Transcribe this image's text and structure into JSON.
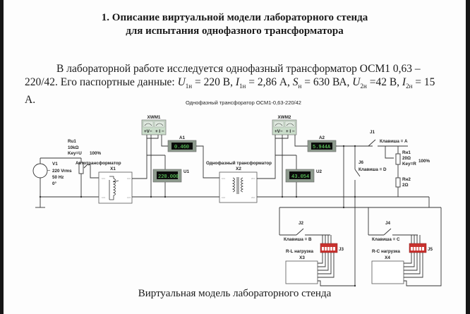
{
  "document": {
    "title_line1": "1. Описание виртуальной модели лабораторного стенда",
    "title_line2": "для испытания однофазного трансформатора",
    "paragraph": {
      "intro": "В лабораторной работе исследуется однофазный трансформатор ОСМ1 0,63 – 220/42. Его паспортные данные: ",
      "u1_sym": "U",
      "u1_sub": "1н",
      "u1_val": " = 220 В, ",
      "i1_sym": "I",
      "i1_sub": "1н",
      "i1_val": " = 2,86 А, ",
      "s_sym": "S",
      "s_sub": "н",
      "s_val": " = 630 ВА, ",
      "u2_sym": "U",
      "u2_sub": "2н",
      "u2_val": " =42 В, ",
      "i2_sym": "I",
      "i2_sub": "2н",
      "i2_val": " = 15 А."
    },
    "caption": "Виртуальная модель лабораторного стенда"
  },
  "schematic": {
    "title": "Однофазный трансфоратор ОСМ1-0,63-220/42",
    "source": {
      "name": "V1",
      "voltage": "220 Vrms",
      "freq": "50 Hz",
      "phase": "0°"
    },
    "pot_ru1": {
      "name": "Ru1",
      "value": "10kΩ",
      "key": "Key=U",
      "percent": "100%"
    },
    "autotransformer": {
      "label": "Автотрансформатор",
      "ref": "X1"
    },
    "transformer": {
      "label": "Однофазный трансформатор",
      "ref": "X2"
    },
    "wattmeter1": {
      "name": "XWM1",
      "v_label": "+V−",
      "i_label": "+ I −"
    },
    "wattmeter2": {
      "name": "XWM2",
      "v_label": "+V−",
      "i_label": "+ I −"
    },
    "ammeter1": {
      "name": "A1",
      "reading": "0.460"
    },
    "voltmeter1": {
      "name": "U1",
      "reading": "220.000"
    },
    "ammeter2": {
      "name": "A2",
      "reading": "5.944A"
    },
    "voltmeter2": {
      "name": "U2",
      "reading": "43.054"
    },
    "switch_j1": {
      "name": "J1",
      "key": "Клавиша = A"
    },
    "switch_j6": {
      "name": "J6",
      "key": "Клавиша = D"
    },
    "rheostat_rn1": {
      "name": "Rн1",
      "value": "20Ω",
      "key": "Key=R",
      "percent": "100%"
    },
    "resistor_rn2": {
      "name": "Rн2",
      "value": "2Ω"
    },
    "switch_j2": {
      "name": "J2",
      "key": "Клавиша = B"
    },
    "switch_j4": {
      "name": "J4",
      "key": "Клавиша = C"
    },
    "dip_j3": {
      "name": "J3"
    },
    "dip_j5": {
      "name": "J5"
    },
    "load_rl": {
      "label": "R-L нагрузка",
      "ref": "X3"
    },
    "load_rc": {
      "label": "R-C нагрузка",
      "ref": "X4"
    }
  },
  "colors": {
    "meter_body": "#8d9a8d",
    "meter_screen": "#0c0c0c",
    "meter_digits": "#6cf06c",
    "wattmeter_body": "#c9dcc9",
    "dip_switch": "#c8322f"
  }
}
